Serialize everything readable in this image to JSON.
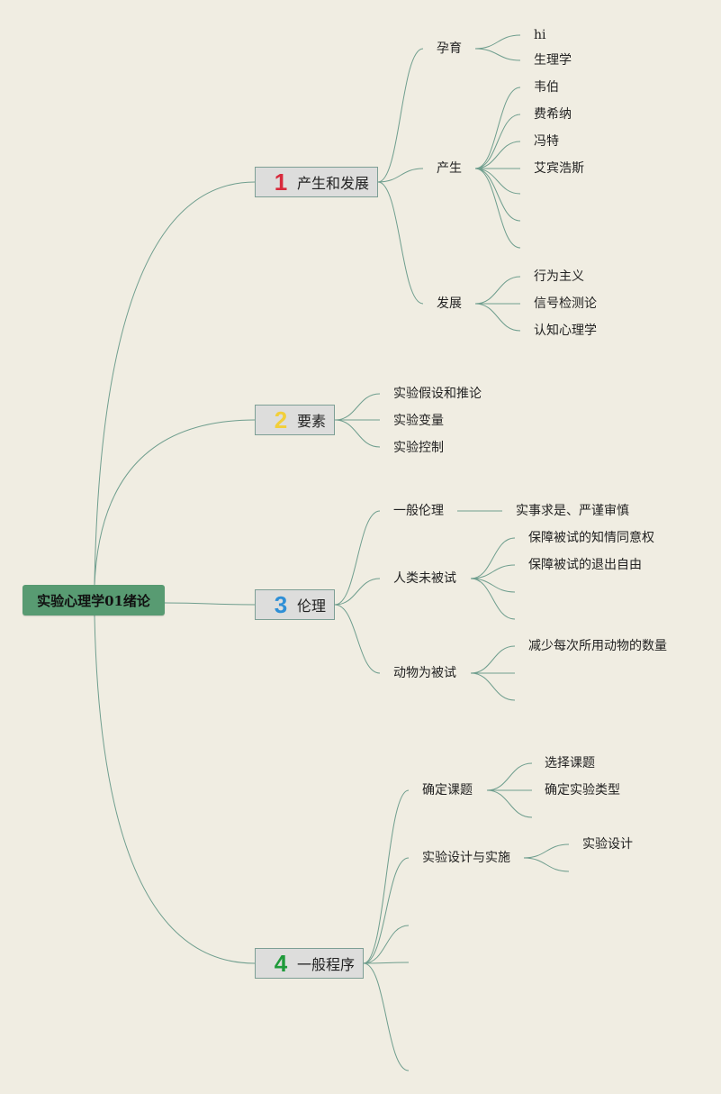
{
  "root": "实验心理学01绪论",
  "branches": [
    {
      "num": "1",
      "num_color": "#d82a3c",
      "label": "产生和发展",
      "children": [
        {
          "label": "孕育",
          "children": [
            "hi",
            "生理学"
          ]
        },
        {
          "label": "产生",
          "children": [
            "韦伯",
            "费希纳",
            "冯特",
            "艾宾浩斯",
            "",
            "",
            ""
          ]
        },
        {
          "label": "发展",
          "children": [
            "行为主义",
            "信号检测论",
            "认知心理学"
          ]
        }
      ]
    },
    {
      "num": "2",
      "num_color": "#f2cf3a",
      "label": "要素",
      "children": [
        {
          "label": "实验假设和推论"
        },
        {
          "label": "实验变量"
        },
        {
          "label": "实验控制"
        }
      ]
    },
    {
      "num": "3",
      "num_color": "#2f8fd6",
      "label": "伦理",
      "children": [
        {
          "label": "一般伦理",
          "children": [
            "实事求是、严谨审慎"
          ]
        },
        {
          "label": "人类未被试",
          "children": [
            "保障被试的知情同意权",
            "保障被试的退出自由",
            "",
            ""
          ]
        },
        {
          "label": "动物为被试",
          "children": [
            "减少每次所用动物的数量",
            "",
            ""
          ]
        }
      ]
    },
    {
      "num": "4",
      "num_color": "#1f9a3a",
      "label": "一般程序",
      "children": [
        {
          "label": "确定课题",
          "children": [
            "选择课题",
            "确定实验类型",
            ""
          ]
        },
        {
          "label": "实验设计与实施",
          "children": [
            "实验设计",
            ""
          ]
        },
        {
          "label": ""
        },
        {
          "label": ""
        },
        {
          "label": ""
        }
      ]
    }
  ],
  "colors": {
    "background": "#f0ede2",
    "root": "#589b72",
    "branch_fill": "#dddddc",
    "line": "#6f9e8e"
  }
}
